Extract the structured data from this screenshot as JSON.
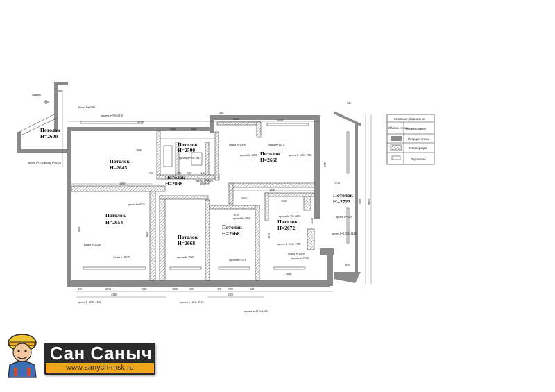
{
  "rooms": [
    {
      "title": "Потолок",
      "height": "Н=2600"
    },
    {
      "title": "Потолок",
      "height": "Н=2645"
    },
    {
      "title": "Потолок",
      "height": "Н=2500"
    },
    {
      "title": "Потолок",
      "height": "Н=2088"
    },
    {
      "title": "Потолок",
      "height": "Н=2668"
    },
    {
      "title": "Потолок",
      "height": "Н=2723"
    },
    {
      "title": "Потолок",
      "height": "Н=2654"
    },
    {
      "title": "Потолок",
      "height": "Н=2668"
    },
    {
      "title": "Потолок",
      "height": "Н=2668"
    },
    {
      "title": "Потолок",
      "height": "Н=2672"
    }
  ],
  "dimensions": {
    "top": [
      "820",
      "1520",
      "3520",
      "3000",
      "3690",
      "480",
      "2230",
      "2550",
      "320"
    ],
    "inner": [
      "1950",
      "1300",
      "760",
      "550",
      "600",
      "440",
      "3000",
      "4180",
      "1720",
      "3660",
      "3610",
      "1260"
    ],
    "bottom": [
      "470",
      "2530",
      "1330",
      "4340",
      "1880",
      "380",
      "370",
      "1790",
      "2500",
      "240",
      "2640",
      "830"
    ],
    "side": [
      "7560",
      "8380",
      "4660",
      "3000",
      "3630",
      "2450",
      "1790",
      "650"
    ]
  },
  "notes": {
    "beam_1": "балка h=2380",
    "opening_1": "проем h=90+2038",
    "opening_2": "проем h=2520",
    "beam_2": "балка h=2038",
    "opening_3": "проем h=90+1912",
    "opening_4": "проем h=2020",
    "opening_5": "проем h=2025",
    "beam_3": "балка h=2396",
    "beam_4": "балка h=2412",
    "opening_6": "проем h=2008",
    "opening_7": "проем h=630+1725",
    "opening_8": "проем h=2068",
    "opening_9": "проем h=90+2296",
    "opening_10": "проем h=612+1729",
    "opening_11": "проем h=2416",
    "beam_5": "балка h=2326",
    "beam_6": "балка h=2937",
    "beam_7": "балка h=2928",
    "opening_12": "проем h=1230+1446",
    "opening_13": "проем h=300",
    "opening_14": "проем h=2920",
    "opening_15": "проем h=2420",
    "bottom_1": "проем h=450+1432",
    "bottom_2": "проем h=412+1515",
    "bottom_3": "проем h=414+1468",
    "fanera": "фанера"
  },
  "legend": {
    "col1": "Обозна- чение",
    "col2": "Наименование",
    "title": "Условные обозначения",
    "row1": "Несущие стены",
    "row2": "Перегородки",
    "row3": "Радиаторы"
  },
  "brand": {
    "name": "Сан Саныч",
    "site": "www.sanych-msk.ru"
  },
  "colors": {
    "brand_dark": "#2b2b2b",
    "brand_accent": "#f2a71b",
    "wall": "#8a8a8a"
  }
}
